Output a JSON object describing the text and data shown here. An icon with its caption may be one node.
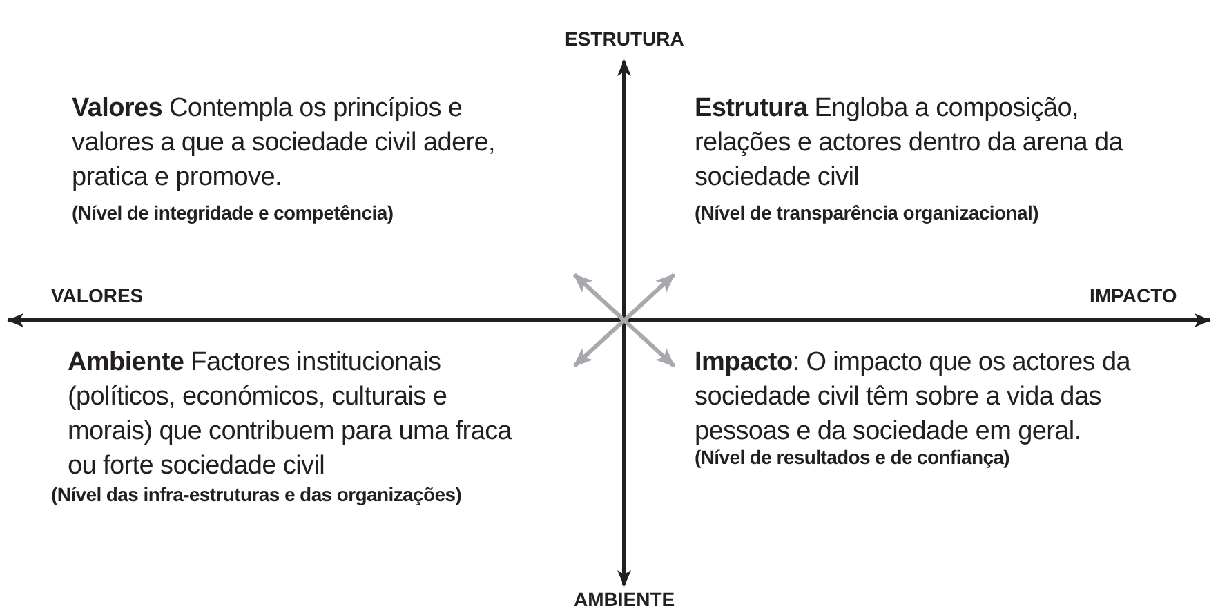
{
  "diagram": {
    "labels": [
      "ESTRUTURA",
      "**Valores** Contempla os princípios e valores a que a sociedade civil adere, pratica e promove.",
      "(Nível de integridade e competência)",
      "**Estrutura** Engloba a composição, relações e actores dentro da arena da sociedade civil",
      "(Nível de transparência organizacional)",
      "VALORES",
      "IMPACTO",
      "**Ambiente** Factores  institucionais (políticos, económicos, culturais e morais) que contribuem para uma fraca ou forte sociedade civil",
      "(Nível das infra-estruturas e das organizações)",
      "**Impacto**: O impacto que os actores da sociedade civil têm sobre a vida das pessoas e da sociedade em geral.",
      "(Nível  de resultados e de confiança)",
      "AMBIENTE"
    ]
  }
}
